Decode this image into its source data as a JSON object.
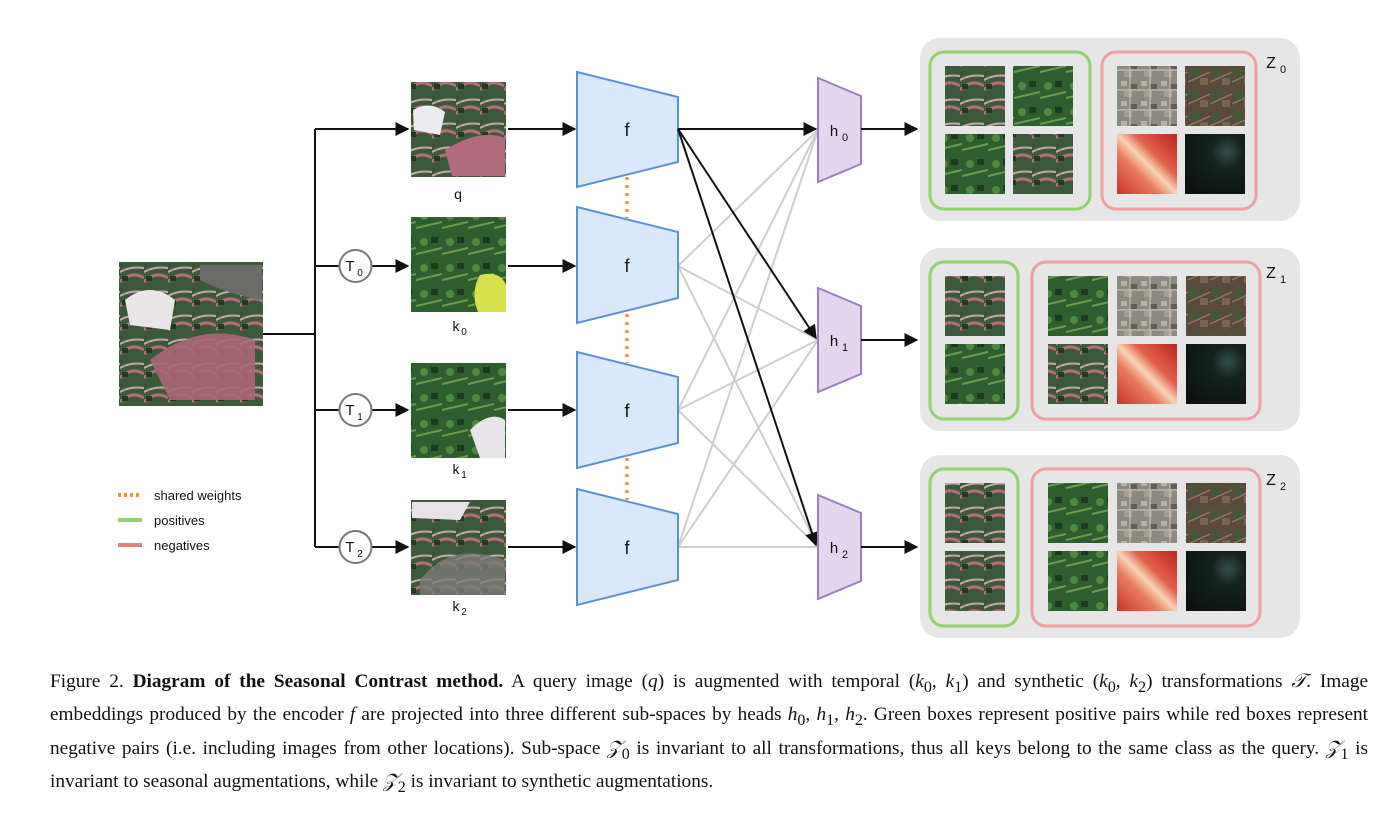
{
  "diagram": {
    "augmentations": [
      {
        "symbol": "T",
        "sub": "0"
      },
      {
        "symbol": "T",
        "sub": "1"
      },
      {
        "symbol": "T",
        "sub": "2"
      }
    ],
    "views": [
      {
        "label": "q",
        "sub": ""
      },
      {
        "label": "k",
        "sub": "0"
      },
      {
        "label": "k",
        "sub": "1"
      },
      {
        "label": "k",
        "sub": "2"
      }
    ],
    "encoder_label": "f",
    "heads": [
      {
        "label": "h",
        "sub": "0"
      },
      {
        "label": "h",
        "sub": "1"
      },
      {
        "label": "h",
        "sub": "2"
      }
    ],
    "subspaces": [
      {
        "label": "Z",
        "sub": "0",
        "positives": 4,
        "negatives": 4
      },
      {
        "label": "Z",
        "sub": "1",
        "positives": 2,
        "negatives": 6
      },
      {
        "label": "Z",
        "sub": "2",
        "positives": 2,
        "negatives": 6
      }
    ],
    "legend": [
      {
        "label": "shared weights",
        "color": "#f5922f",
        "style": "dotted"
      },
      {
        "label": "positives",
        "color": "#93d36d",
        "style": "solid"
      },
      {
        "label": "negatives",
        "color": "#ea7e7e",
        "style": "solid"
      }
    ],
    "colors": {
      "encoder_fill": "#d9e8fb",
      "encoder_stroke": "#5b8fd6",
      "head_fill": "#e3d7ef",
      "head_stroke": "#9d7cc1",
      "panel_fill": "#e6e6e6",
      "positive": "#93d36d",
      "negative": "#f0a0a0",
      "shared": "#f5922f",
      "cross_link": "#cfcfcf"
    }
  },
  "caption": {
    "figure_label": "Figure 2.",
    "title": "Diagram of the Seasonal Contrast method.",
    "s1": " A query image (",
    "q": "q",
    "s2": ") is augmented with temporal (",
    "k0": "k",
    "k0_sub": "0",
    "comma1": ", ",
    "k1": "k",
    "k1_sub": "1",
    "s3": ") and synthetic (",
    "k0b": "k",
    "k0b_sub": "0",
    "comma2": ", ",
    "k2": "k",
    "k2_sub": "2",
    "s4": ") transformations ",
    "T": "𝒯",
    "s5": ". Image embeddings produced by the encoder ",
    "f": "f",
    "s6": " are projected into three different sub-spaces by heads ",
    "h0": "h",
    "h0_sub": "0",
    "comma3": ", ",
    "h1": "h",
    "h1_sub": "1",
    "comma4": ", ",
    "h2": "h",
    "h2_sub": "2",
    "s7": ". Green boxes represent positive pairs while red boxes represent negative pairs (i.e. including images from other locations). Sub-space ",
    "Z0": "𝒵",
    "Z0_sub": "0",
    "s8": " is invariant to all transformations, thus all keys belong to the same class as the query. ",
    "Z1": "𝒵",
    "Z1_sub": "1",
    "s9": " is invariant to seasonal augmentations, while ",
    "Z2": "𝒵",
    "Z2_sub": "2",
    "s10": " is invariant to synthetic augmentations."
  }
}
